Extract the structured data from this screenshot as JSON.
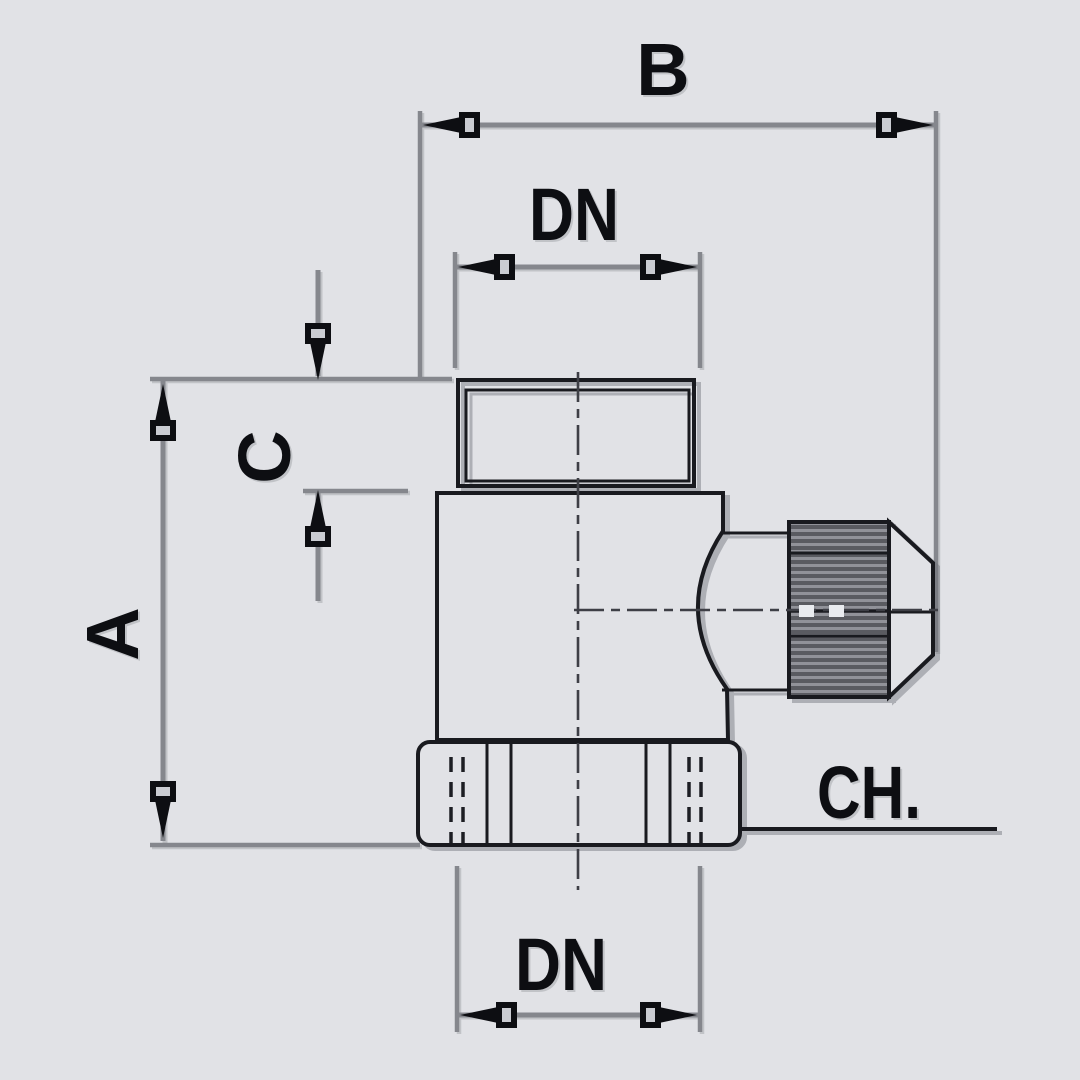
{
  "drawing": {
    "title": "angle-valve-dimension-drawing",
    "labels": {
      "overall_width": "B",
      "top_connection_diameter": "DN",
      "top_thread_length": "C",
      "overall_height": "A",
      "wrench_size": "CH.",
      "bottom_connection_diameter": "DN"
    }
  },
  "style": {
    "background": "#e1e2e6",
    "object_line": "#191a1f",
    "dimension_line": "#85878d",
    "ink": "#0d0e12",
    "centerline": "#3e3f46",
    "hidden_line": "#1d1e23",
    "knurl_dark": "#5a5b61",
    "knurl_light": "#919299",
    "centerline_gap_white": "#e9ebef"
  }
}
